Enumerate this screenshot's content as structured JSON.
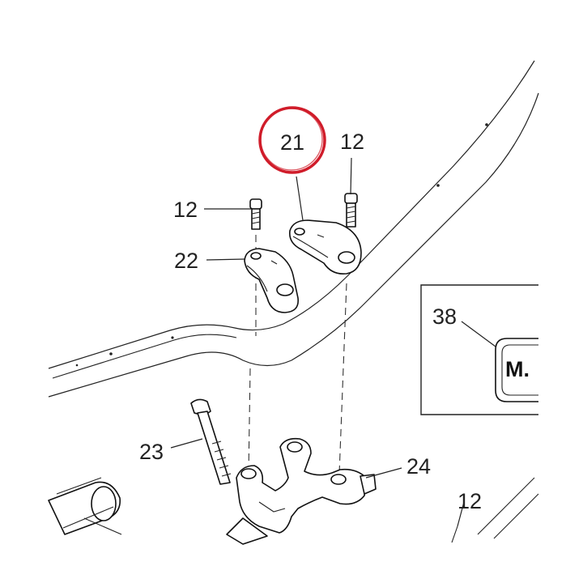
{
  "callouts": {
    "c21": "21",
    "c12_top_right": "12",
    "c12_left": "12",
    "c22": "22",
    "c23": "23",
    "c24": "24",
    "c12_bottom": "12",
    "c38": "38"
  },
  "inset": {
    "plate_text": "M."
  },
  "highlight": {
    "target": "21",
    "color": "#d01c2a"
  }
}
